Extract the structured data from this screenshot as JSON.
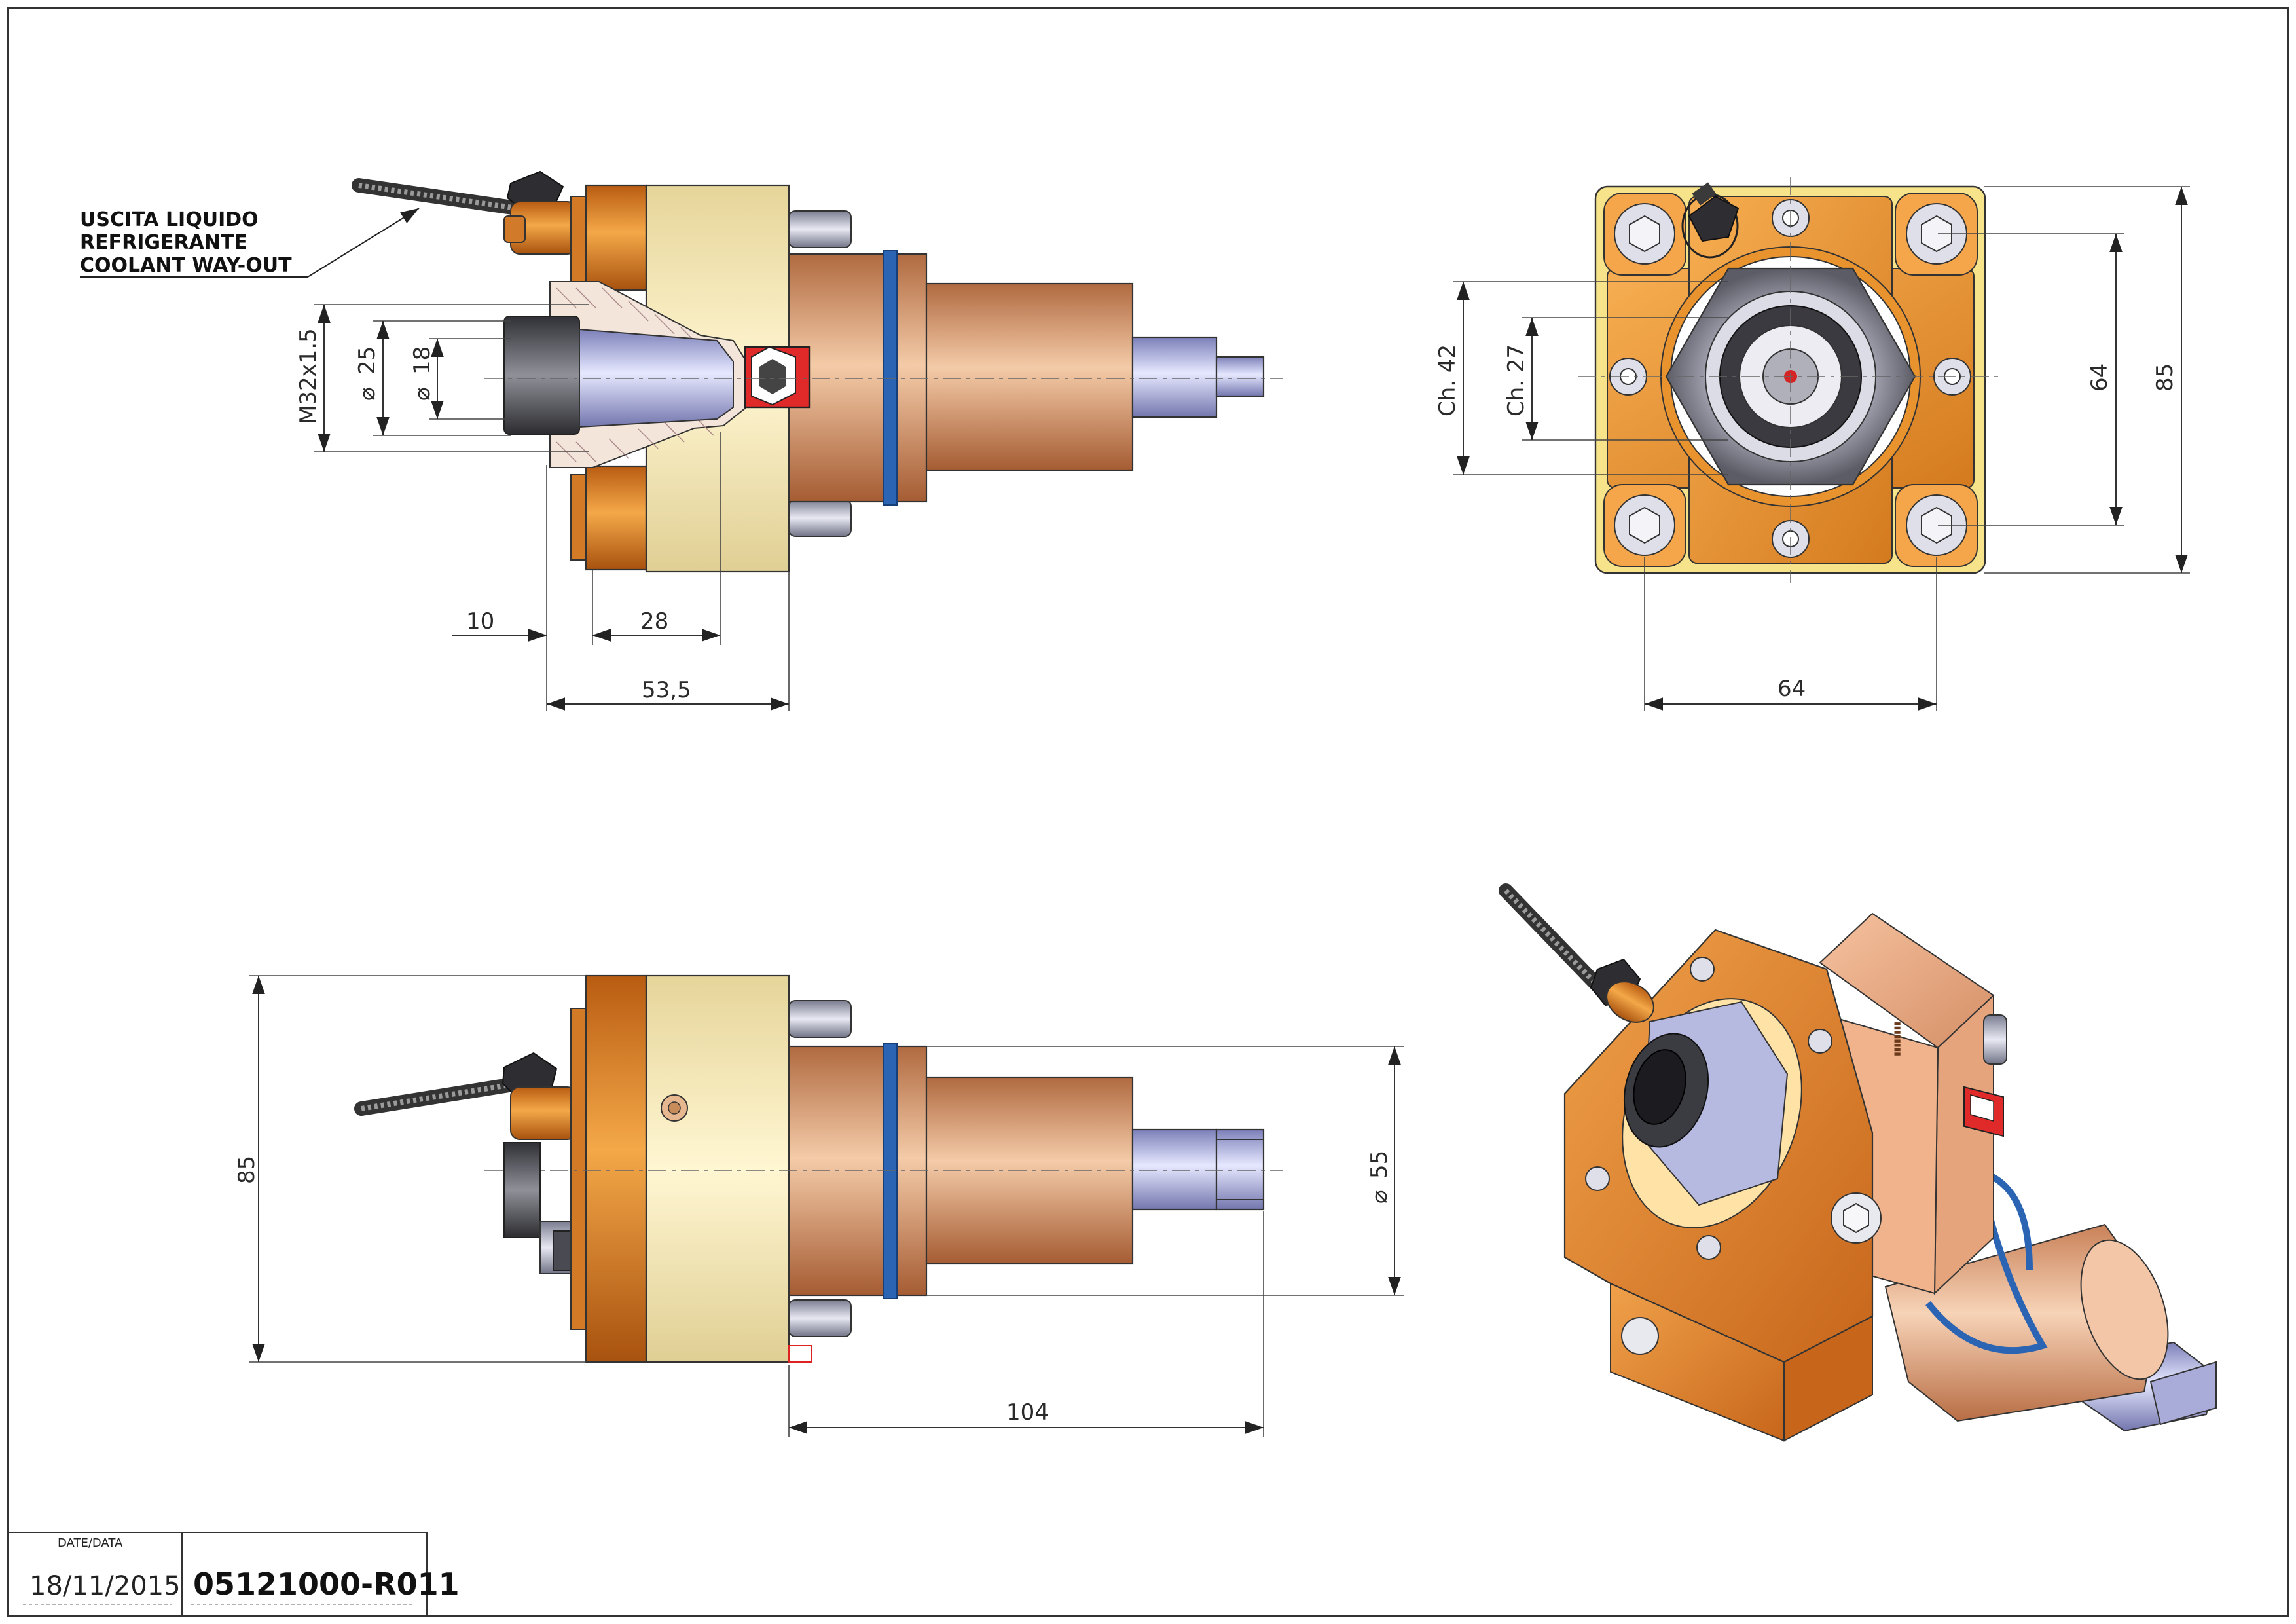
{
  "notes": {
    "coolant_line1": "USCITA LIQUIDO",
    "coolant_line2": "REFRIGERANTE",
    "coolant_line3": "COOLANT WAY-OUT"
  },
  "dimensions": {
    "front_thread": "M32x1.5",
    "front_d25": "25",
    "front_d18": "18",
    "front_10": "10",
    "front_28": "28",
    "front_53_5": "53,5",
    "end_ch42": "Ch. 42",
    "end_ch27": "Ch. 27",
    "end_64_v": "64",
    "end_85_v": "85",
    "end_64_h": "64",
    "side_85": "85",
    "side_d55": "55",
    "side_104": "104",
    "diameter_symbol": "⌀"
  },
  "title_block": {
    "date_label": "DATE/DATA",
    "date_value": "18/11/2015",
    "drawing_code": "05121000-R011"
  },
  "colors": {
    "orange_flange": "#e2892c",
    "cream_body": "#f6ecbd",
    "copper_sleeve": "#e0a57c",
    "steel_shaft": "#b3b7e6",
    "blue_oring": "#2c64b4",
    "red_marker": "#e02a2a"
  }
}
